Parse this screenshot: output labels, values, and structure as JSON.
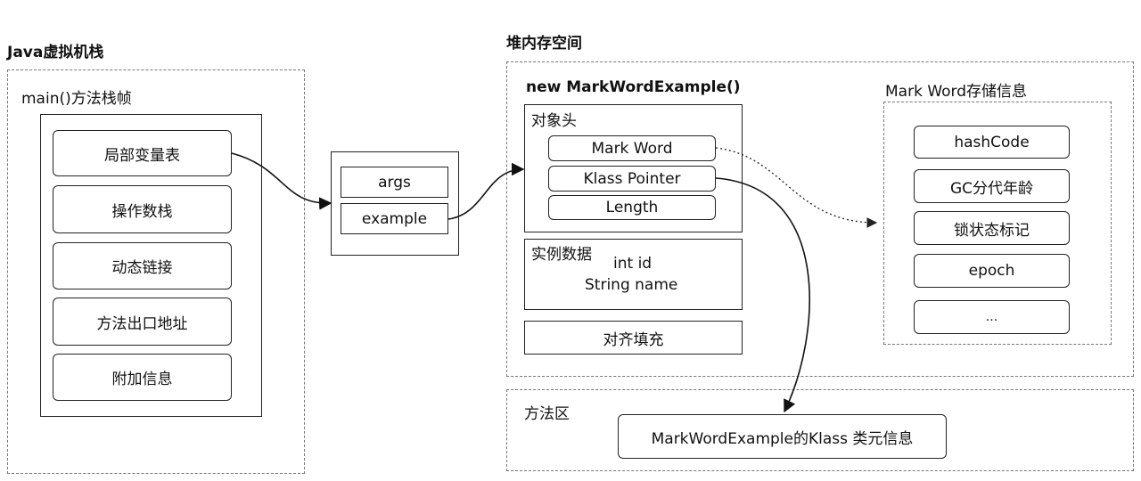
{
  "stack": {
    "title": "Java虚拟机栈",
    "frame_label": "main()方法栈帧",
    "items": [
      "局部变量表",
      "操作数栈",
      "动态链接",
      "方法出口地址",
      "附加信息"
    ]
  },
  "locals": {
    "items": [
      "args",
      "example"
    ]
  },
  "heap": {
    "title": "堆内存空间",
    "object_title": "new MarkWordExample()",
    "header_label": "对象头",
    "header_items": [
      "Mark Word",
      "Klass Pointer",
      "Length"
    ],
    "instance_label": "实例数据",
    "instance_fields": [
      "int id",
      "String name"
    ],
    "padding_label": "对齐填充",
    "markword_title": "Mark Word存储信息",
    "markword_items": [
      "hashCode",
      "GC分代年龄",
      "锁状态标记",
      "epoch",
      "..."
    ]
  },
  "method_area": {
    "label": "方法区",
    "klass_info": "MarkWordExample的Klass 类元信息"
  }
}
